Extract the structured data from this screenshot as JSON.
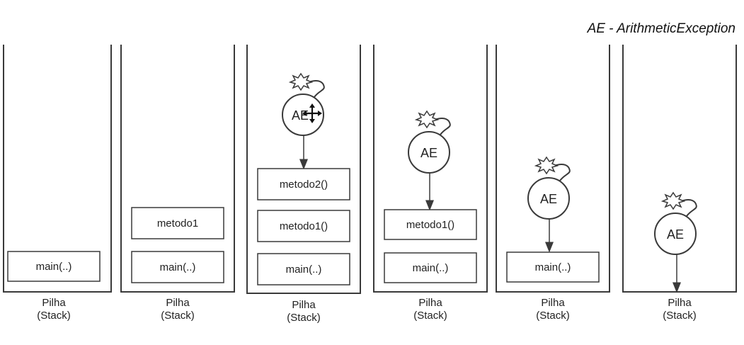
{
  "legend": "AE - ArithmeticException",
  "exception_label": "AE",
  "stacks": [
    {
      "label_line1": "Pilha",
      "label_line2": "(Stack)",
      "frames": [
        "main(..)"
      ]
    },
    {
      "label_line1": "Pilha",
      "label_line2": "(Stack)",
      "frames": [
        "metodo1",
        "main(..)"
      ]
    },
    {
      "label_line1": "Pilha",
      "label_line2": "(Stack)",
      "frames": [
        "metodo2()",
        "metodo1()",
        "main(..)"
      ]
    },
    {
      "label_line1": "Pilha",
      "label_line2": "(Stack)",
      "frames": [
        "metodo1()",
        "main(..)"
      ]
    },
    {
      "label_line1": "Pilha",
      "label_line2": "(Stack)",
      "frames": [
        "main(..)"
      ]
    },
    {
      "label_line1": "Pilha",
      "label_line2": "(Stack)",
      "frames": []
    }
  ],
  "colors": {
    "line": "#3a3a3a",
    "text": "#222222"
  }
}
